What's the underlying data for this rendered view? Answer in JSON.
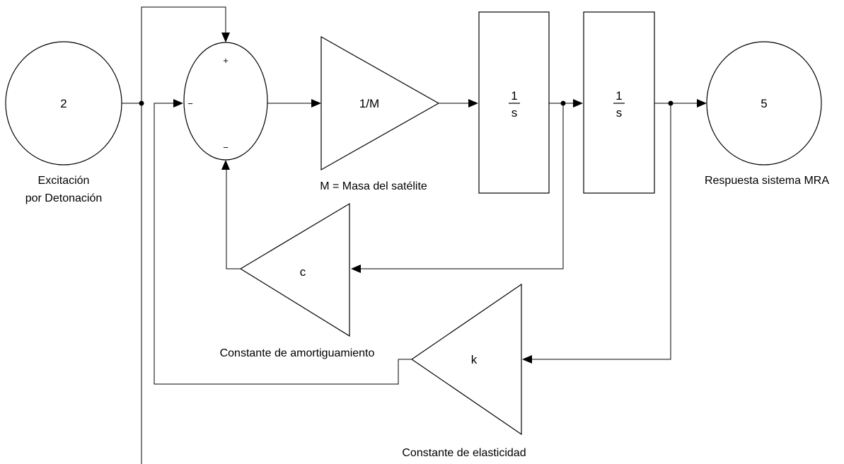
{
  "blocks": {
    "excitation_port": {
      "number": "2",
      "caption_line1": "Excitación",
      "caption_line2": "por Detonación"
    },
    "sum": {
      "sign_top": "+",
      "sign_left": "−",
      "sign_bottom": "−"
    },
    "gain_mass": {
      "text": "1/M",
      "caption": "M = Masa del satélite"
    },
    "integrator_1": {
      "numerator": "1",
      "denominator": "s"
    },
    "integrator_2": {
      "numerator": "1",
      "denominator": "s"
    },
    "output_port": {
      "number": "5",
      "caption": "Respuesta sistema MRA"
    },
    "gain_damping": {
      "text": "c",
      "caption": "Constante de amortiguamiento"
    },
    "gain_stiffness": {
      "text": "k",
      "caption": "Constante de elasticidad"
    }
  },
  "colors": {
    "line": "#000000",
    "background": "#ffffff"
  }
}
